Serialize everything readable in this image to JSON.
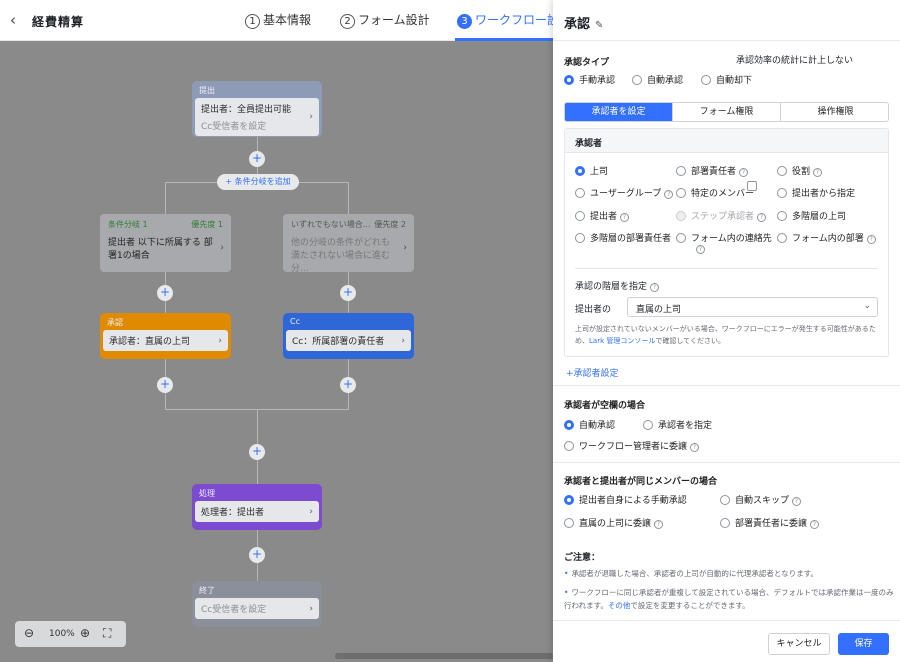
{
  "header": {
    "title": "経費精算",
    "steps": [
      {
        "num": "1",
        "label": "基本情報"
      },
      {
        "num": "2",
        "label": "フォーム設計"
      },
      {
        "num": "3",
        "label": "ワークフロー設"
      }
    ]
  },
  "canvas": {
    "submit": {
      "header": "提出",
      "body": "提出者：全員提出可能",
      "sub": "Cc受信者を設定"
    },
    "add_condition": "+ 条件分岐を追加",
    "cond1": {
      "title": "条件分岐 1",
      "priority": "優先度 1",
      "text": "提出者 以下に所属する 部署1の場合"
    },
    "cond2": {
      "title": "いずれでもない場合...",
      "priority": "優先度 2",
      "text": "他の分岐の条件がどれも満たされない場合に進む分..."
    },
    "approve": {
      "header": "承認",
      "body": "承認者：直属の上司"
    },
    "cc": {
      "header": "Cc",
      "body": "Cc：所属部署の責任者"
    },
    "process": {
      "header": "処理",
      "body": "処理者：提出者"
    },
    "end": {
      "header": "終了",
      "body": "Cc受信者を設定"
    },
    "zoom": "100%",
    "colors": {
      "approve": "#e08a00",
      "cc": "#2f66d8",
      "process": "#7c4bd0",
      "submit": "#8e9bb6"
    }
  },
  "panel": {
    "title": "承認",
    "approval_type_label": "承認タイプ",
    "stat_checkbox": "承認効率の統計に計上しない",
    "types": [
      "手動承認",
      "自動承認",
      "自動却下"
    ],
    "tabs": [
      "承認者を設定",
      "フォーム権限",
      "操作権限"
    ],
    "approver_label": "承認者",
    "options": [
      "上司",
      "部署責任者",
      "役割",
      "ユーザーグループ",
      "特定のメンバー",
      "提出者から指定",
      "提出者",
      "ステップ承認者",
      "多階層の上司",
      "多階層の部署責任者",
      "フォーム内の連絡先",
      "フォーム内の部署"
    ],
    "level_label": "承認の階層を指定",
    "level_prefix": "提出者の",
    "level_value": "直属の上司",
    "level_note_a": "上司が設定されていないメンバーがいる場合、ワークフローにエラーが発生する可能性があるため、",
    "level_note_link": "Lark 管理コンソール",
    "level_note_b": "で確認してください。",
    "add_approver": "+承認者設定",
    "empty_label": "承認者が空欄の場合",
    "empty_opts": [
      "自動承認",
      "承認者を指定",
      "ワークフロー管理者に委譲"
    ],
    "same_label": "承認者と提出者が同じメンバーの場合",
    "same_opts": [
      "提出者自身による手動承認",
      "自動スキップ",
      "直属の上司に委譲",
      "部署責任者に委譲"
    ],
    "notice_title": "ご注意：",
    "notice1": "承認者が退職した場合、承認者の上司が自動的に代理承認者となります。",
    "notice2_a": "ワークフローに同じ承認者が重複して設定されている場合、デフォルトでは承認作業は一度のみ行われます。",
    "notice2_link": "その他",
    "notice2_b": "で設定を変更することができます。",
    "cancel": "キャンセル",
    "save": "保存"
  }
}
